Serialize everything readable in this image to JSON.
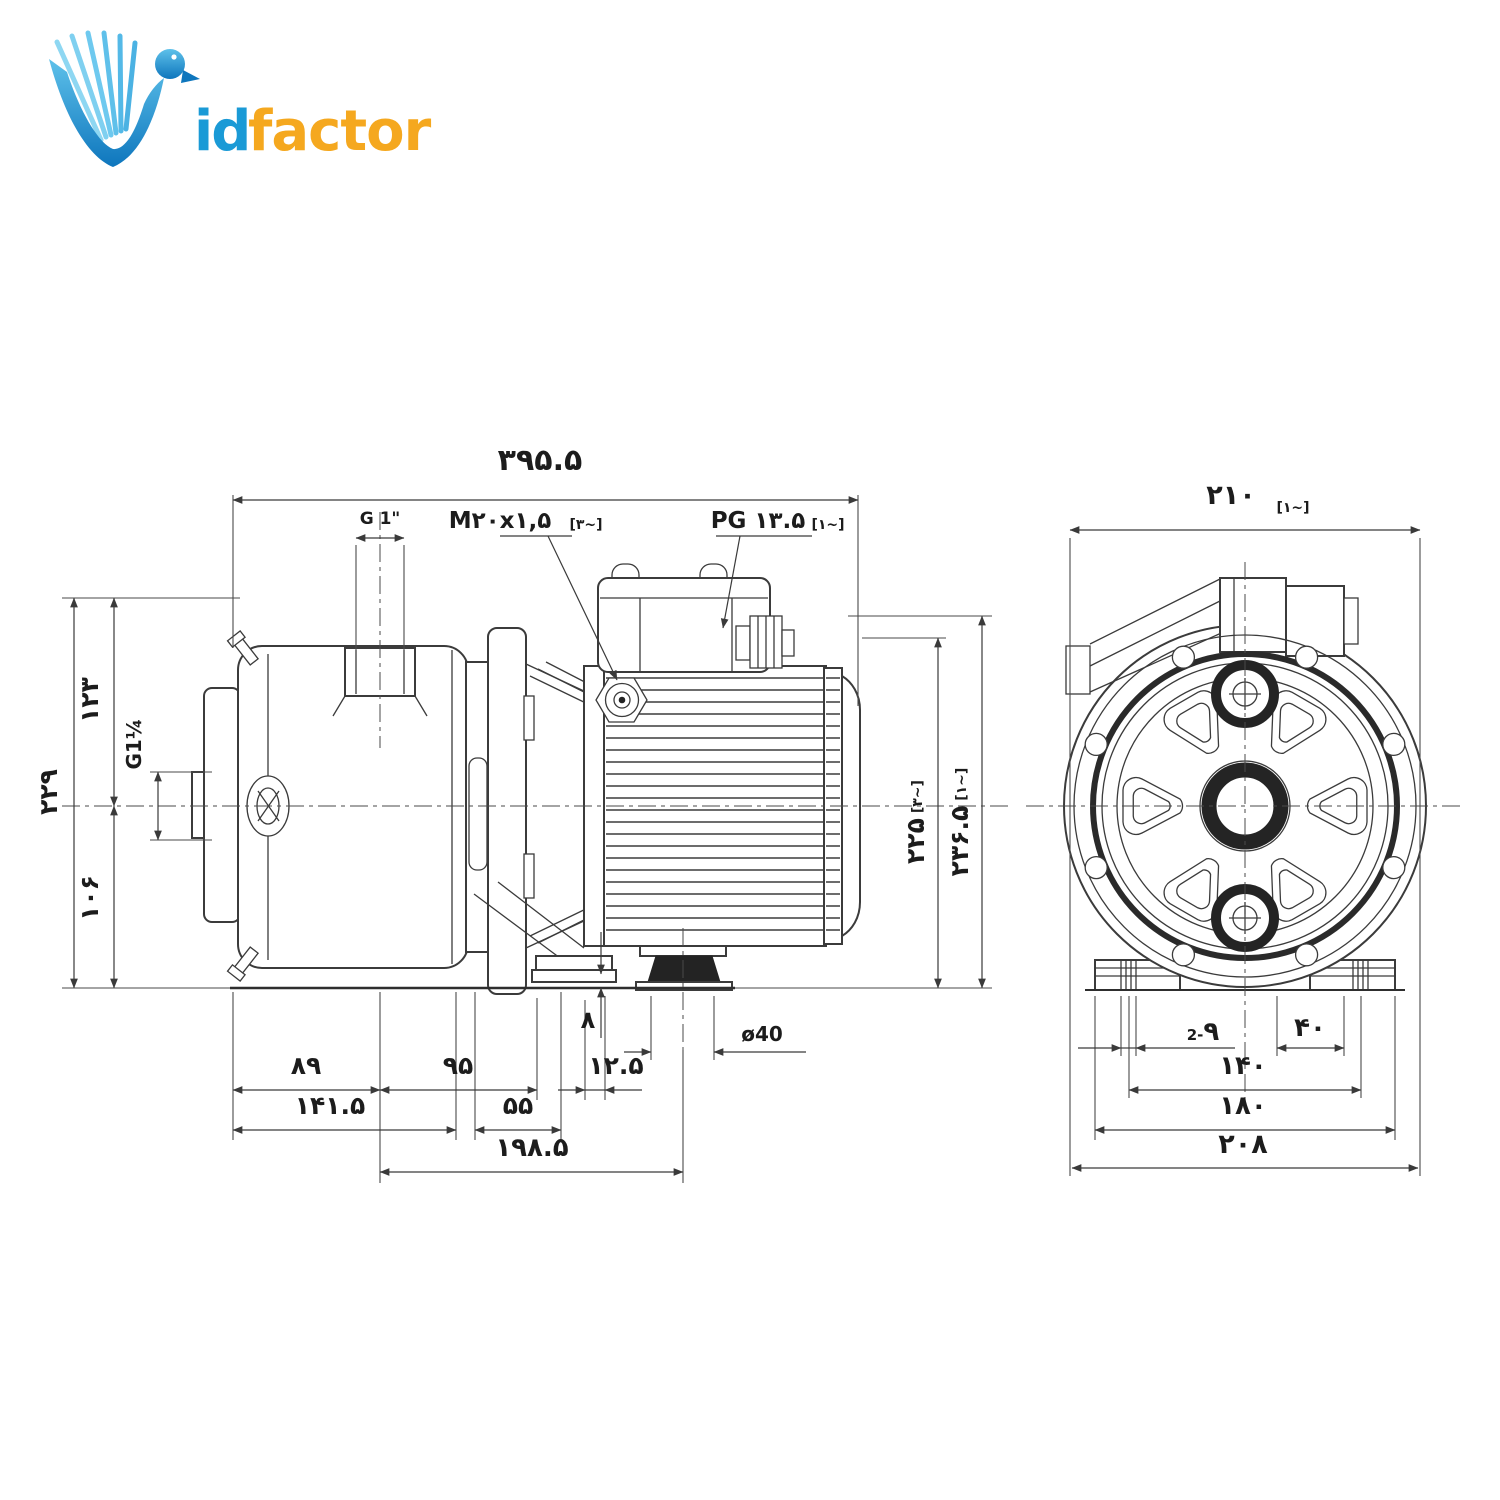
{
  "logo": {
    "word_blue": "id",
    "word_orange": "factor",
    "blue": "#1a9ad6",
    "light_blue": "#7fd0f0",
    "orange": "#f5a81f"
  },
  "side_view": {
    "overall_length": "۳۹۵.۵",
    "discharge_port": "G 1\"",
    "cable_gland_3ph": "M۲۰x۱,۵",
    "cable_gland_3ph_tag": "[۳~]",
    "cable_gland_1ph": "PG ۱۳.۵",
    "cable_gland_1ph_tag": "[۱~]",
    "total_height_left": "۲۲۹",
    "axis_to_top": "۱۲۳",
    "suction_port": "G1¼",
    "axis_to_base": "۱۰۶",
    "height_3ph": "۲۲۵",
    "height_3ph_tag": "[۳~]",
    "height_1ph": "۲۳۶.۵",
    "height_1ph_tag": "[۱~]",
    "foot_gap": "۸",
    "len_casing": "۸۹",
    "len_mid": "۹۵",
    "len_small": "۱۲.۵",
    "len_casing_flange": "۱۴۱.۵",
    "len_bracket": "۵۵",
    "len_foot_span": "۱۹۸.۵",
    "foot_dia": "ø40"
  },
  "front_view": {
    "width": "۲۱۰",
    "width_tag": "[۱~]",
    "slot_prefix": "2-",
    "slot_num": "۹",
    "foot_w": "۴۰",
    "bolt_span": "۱۴۰",
    "feet_span": "۱۸۰",
    "overall_width": "۲۰۸"
  }
}
